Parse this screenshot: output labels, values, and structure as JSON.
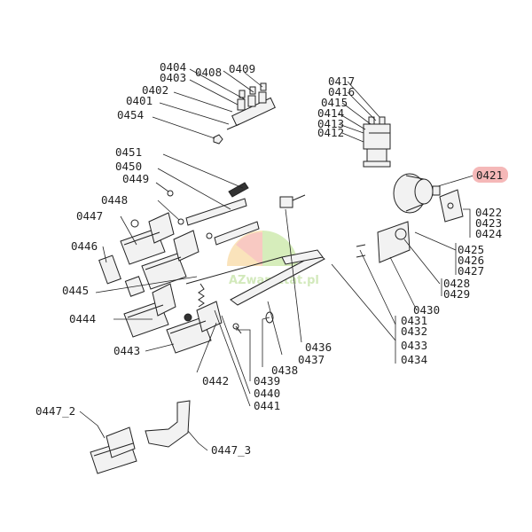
{
  "diagram": {
    "highlighted_part": "0421",
    "highlight_color": "#f5b8b8",
    "watermark": "AZwarsztat.pl",
    "labels": {
      "p0404": "0404",
      "p0403": "0403",
      "p0408": "0408",
      "p0409": "0409",
      "p0402": "0402",
      "p0401": "0401",
      "p0454": "0454",
      "p0417": "0417",
      "p0416": "0416",
      "p0415": "0415",
      "p0414": "0414",
      "p0413": "0413",
      "p0412": "0412",
      "p0421": "0421",
      "p0422": "0422",
      "p0423": "0423",
      "p0424": "0424",
      "p0425": "0425",
      "p0426": "0426",
      "p0427": "0427",
      "p0428": "0428",
      "p0429": "0429",
      "p0430": "0430",
      "p0431": "0431",
      "p0432": "0432",
      "p0433": "0433",
      "p0434": "0434",
      "p0436": "0436",
      "p0437": "0437",
      "p0438": "0438",
      "p0439": "0439",
      "p0440": "0440",
      "p0441": "0441",
      "p0442": "0442",
      "p0443": "0443",
      "p0444": "0444",
      "p0445": "0445",
      "p0446": "0446",
      "p0447": "0447",
      "p0448": "0448",
      "p0449": "0449",
      "p0450": "0450",
      "p0451": "0451",
      "p0447_2": "0447_2",
      "p0447_3": "0447_3"
    }
  }
}
